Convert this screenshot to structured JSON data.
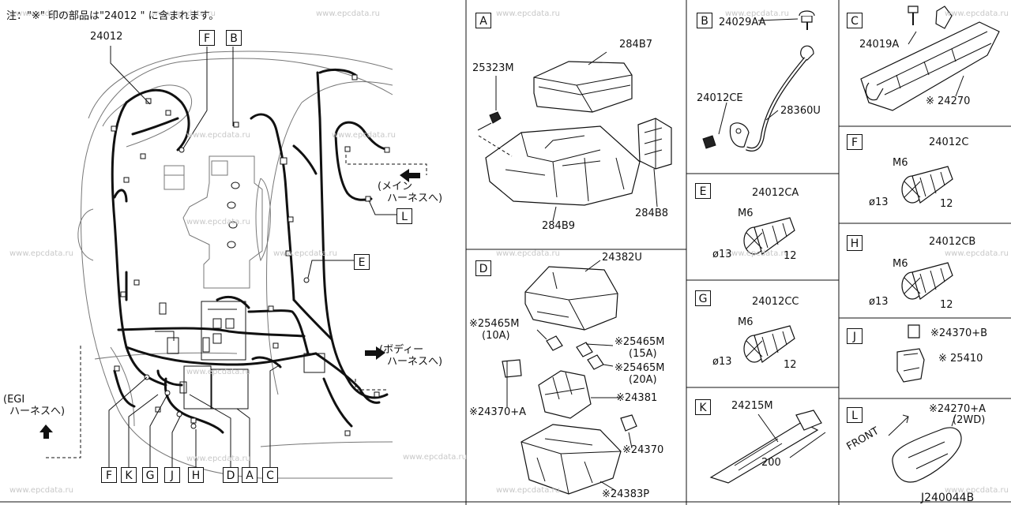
{
  "header_note": "注：\"※\" 印の部品は\"24012 \" に含まれます。",
  "main": {
    "part_24012": "24012",
    "callouts_top": [
      "F",
      "B"
    ],
    "callout_e": "E",
    "callout_l": "L",
    "callouts_bottom": [
      "F",
      "K",
      "G",
      "J",
      "H",
      "D",
      "A",
      "C"
    ],
    "main_harness_1": "(メイン",
    "main_harness_2": "ハーネスへ)",
    "body_harness_1": "(ボディー",
    "body_harness_2": "ハーネスへ)",
    "egi_harness_1": "(EGI",
    "egi_harness_2": "ハーネスへ)"
  },
  "panels": {
    "A": {
      "letter": "A",
      "labels": {
        "p25323M": "25323M",
        "p284B7": "284B7",
        "p284B9": "284B9",
        "p284B8": "284B8"
      }
    },
    "B": {
      "letter": "B",
      "labels": {
        "p24029AA": "24029AA",
        "p24012CE": "24012CE",
        "p28360U": "28360U"
      }
    },
    "C": {
      "letter": "C",
      "labels": {
        "p24019A": "24019A",
        "p24270": "※ 24270"
      }
    },
    "D": {
      "letter": "D",
      "labels": {
        "p24382U": "24382U",
        "p25465M_10": "※25465M",
        "a10": "(10A)",
        "p25465M_15": "※25465M",
        "a15": "(15A)",
        "p25465M_20": "※25465M",
        "a20": "(20A)",
        "p24370A": "※24370+A",
        "p24381": "※24381",
        "p24370": "※24370",
        "p24383P": "※24383P"
      }
    },
    "E": {
      "letter": "E",
      "part": "24012CA",
      "m": "M6",
      "dia": "ø13",
      "len": "12"
    },
    "F": {
      "letter": "F",
      "part": "24012C",
      "m": "M6",
      "dia": "ø13",
      "len": "12"
    },
    "G": {
      "letter": "G",
      "part": "24012CC",
      "m": "M6",
      "dia": "ø13",
      "len": "12"
    },
    "H": {
      "letter": "H",
      "part": "24012CB",
      "m": "M6",
      "dia": "ø13",
      "len": "12"
    },
    "J": {
      "letter": "J",
      "labels": {
        "p24370B": "※24370+B",
        "p25410": "※ 25410"
      }
    },
    "K": {
      "letter": "K",
      "part": "24215M",
      "len": "200"
    },
    "L": {
      "letter": "L",
      "labels": {
        "p24270A": "※24270+A",
        "wd": "(2WD)",
        "front": "FRONT"
      }
    }
  },
  "watermark": "www.epcdata.ru",
  "diagram_code": "J240044B"
}
